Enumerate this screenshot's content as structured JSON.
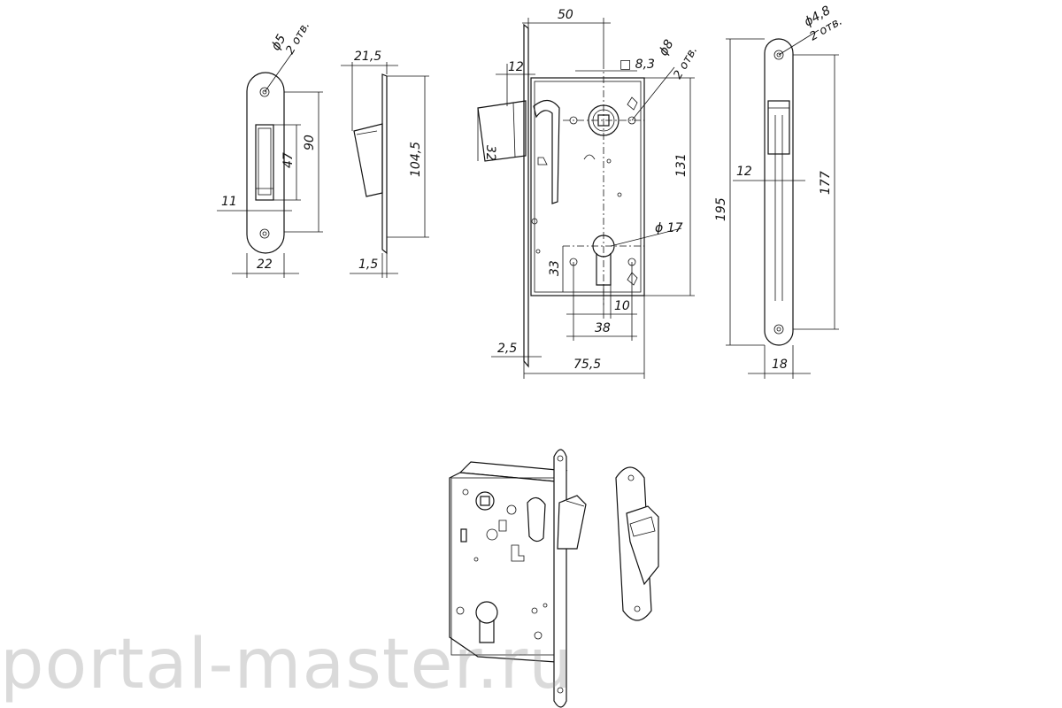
{
  "dimensions": {
    "hole_dia_5": "ϕ5",
    "two_holes_a": "2 отв.",
    "w21_5": "21,5",
    "h90": "90",
    "h47": "47",
    "w11": "11",
    "w22": "22",
    "h104_5": "104,5",
    "w1_5": "1,5",
    "w50": "50",
    "w12_top": "12",
    "sq8_3": "□ 8,3",
    "dia8": "ϕ8",
    "two_holes_b": "2 отв.",
    "h32": "32",
    "h131": "131",
    "dia17": "ϕ 17",
    "h33": "33",
    "w10": "10",
    "w38": "38",
    "w2_5": "2,5",
    "w75_5": "75,5",
    "dia4_8": "ϕ4,8",
    "two_holes_c": "2 отв.",
    "w12_plate": "12",
    "h195": "195",
    "h177": "177",
    "w18": "18"
  },
  "watermark": "portal-master.ru"
}
